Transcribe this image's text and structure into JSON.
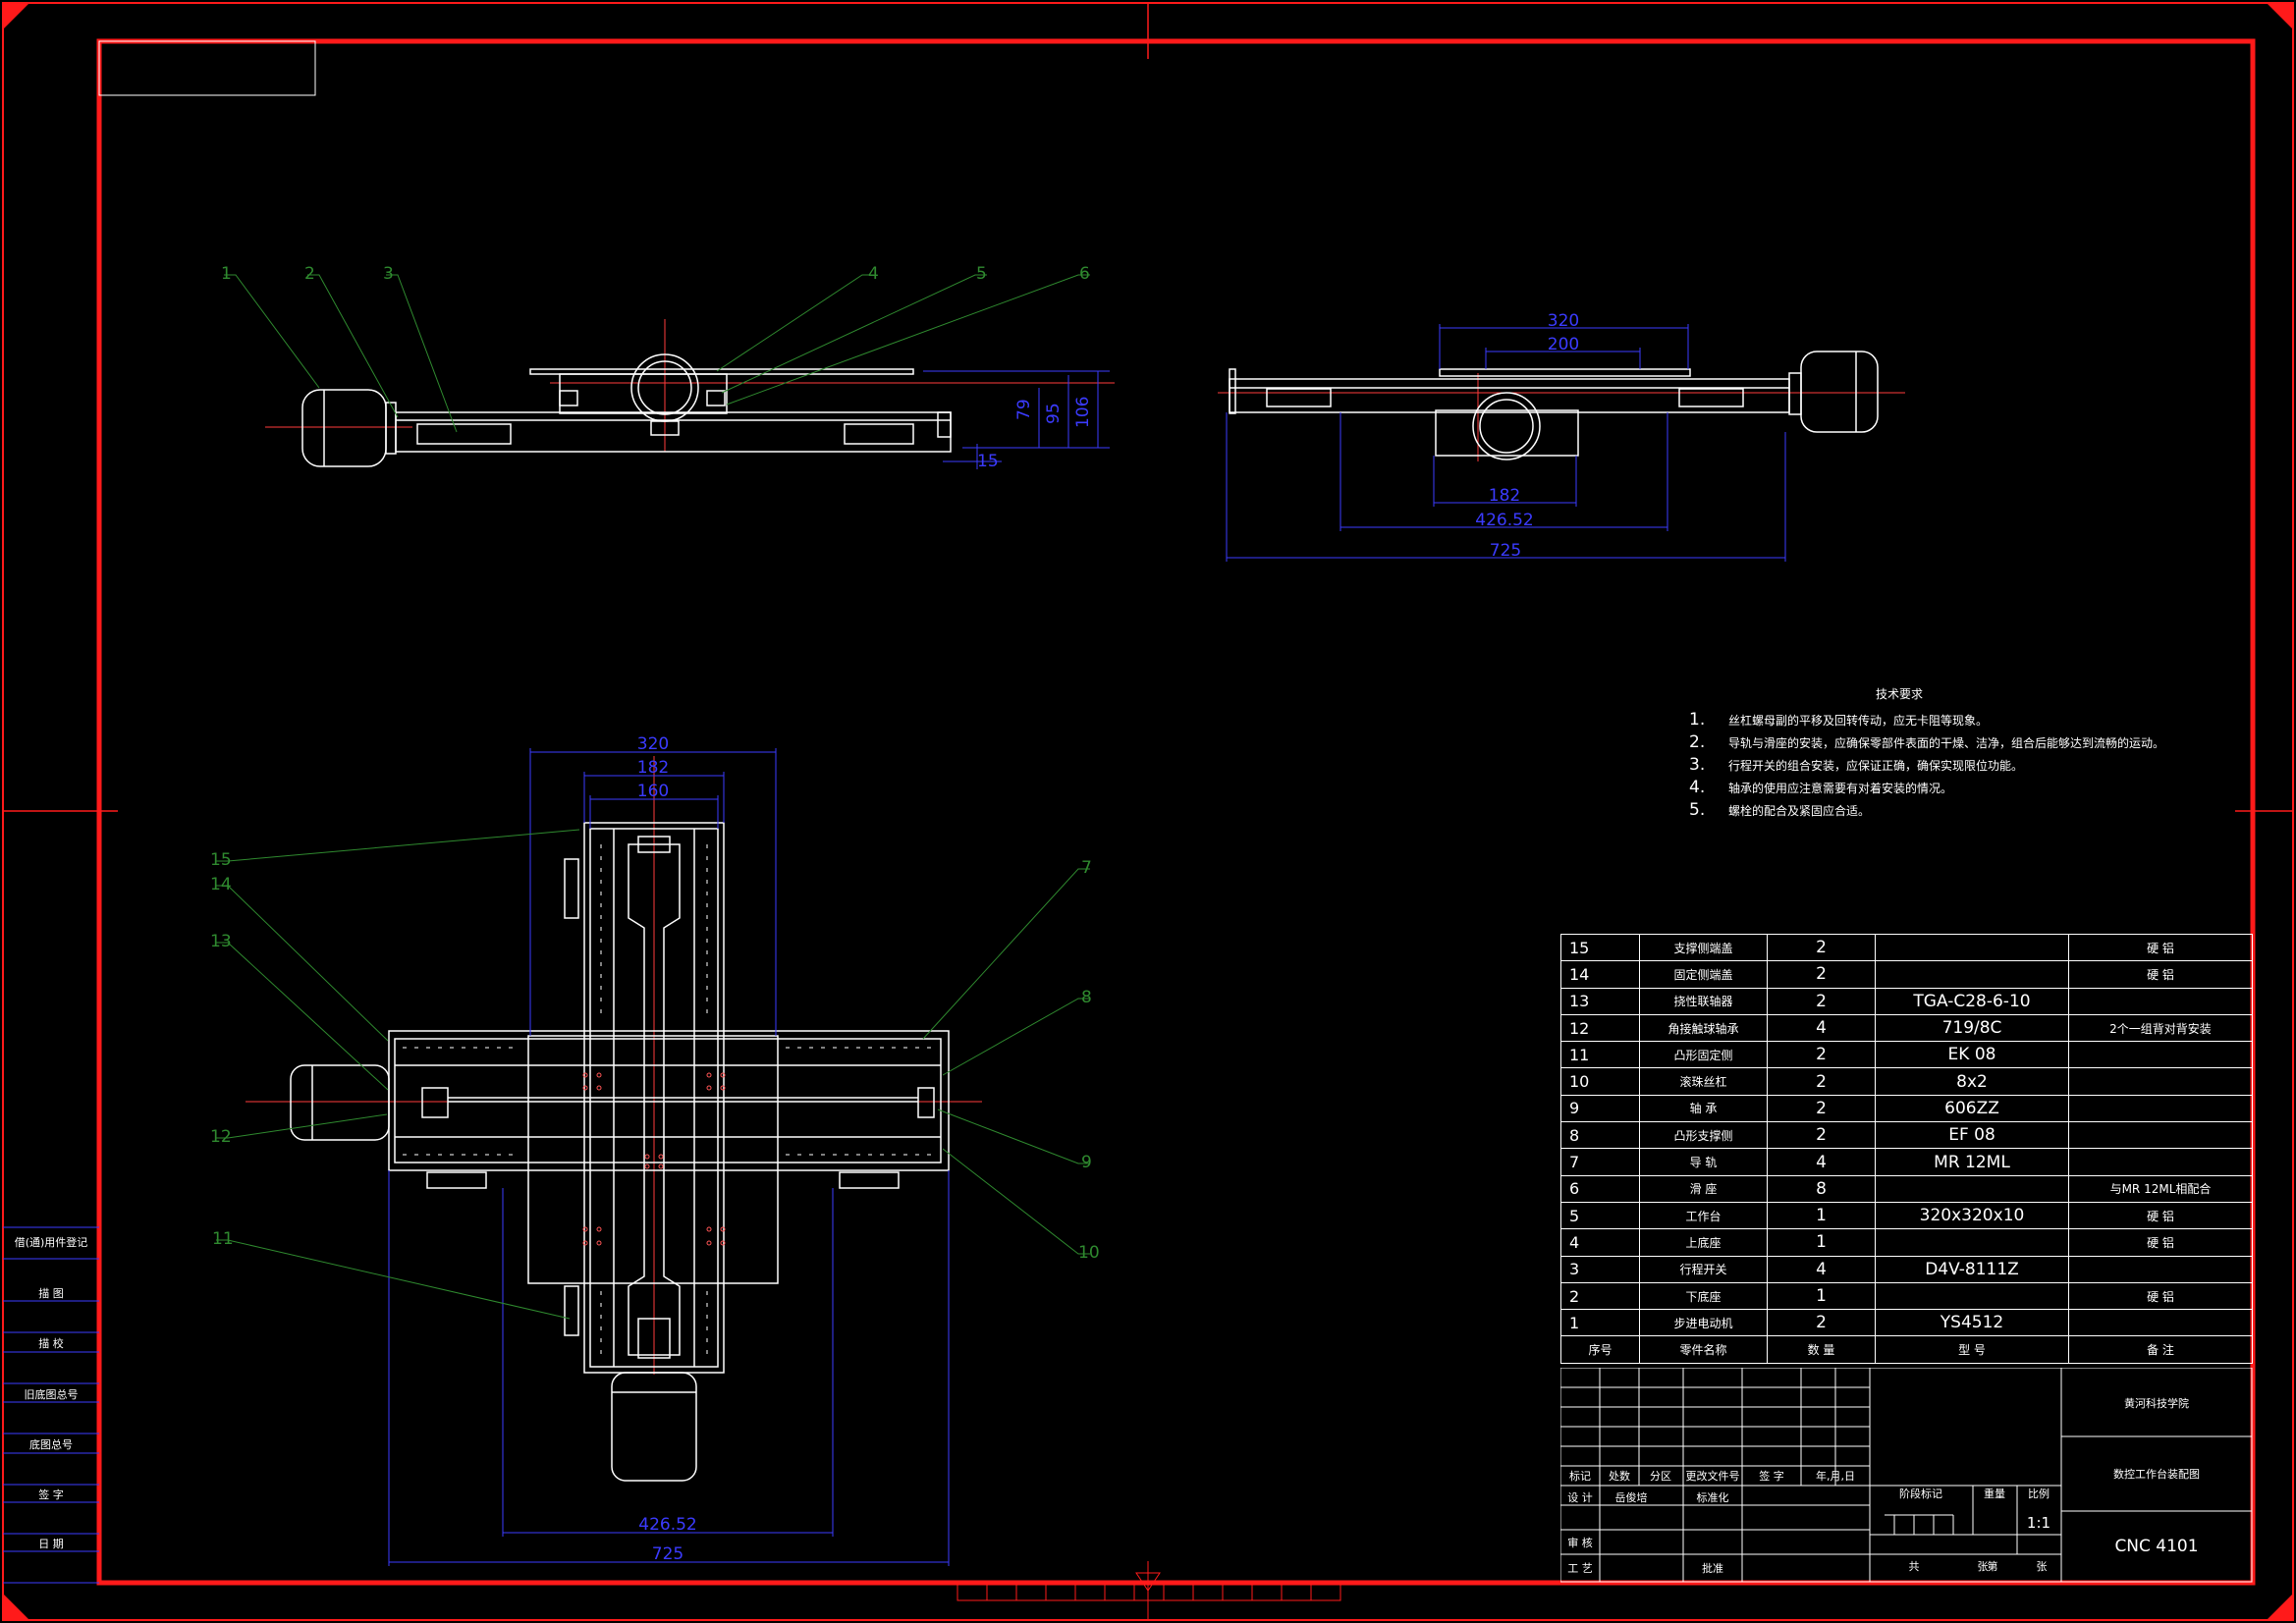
{
  "colors": {
    "border": "#ff1a1a",
    "line": "#ffffff",
    "dim": "#3b3bff",
    "leader": "#2f8a2f",
    "center": "#ff3b3b"
  },
  "balloons": [
    "1",
    "2",
    "3",
    "4",
    "5",
    "6",
    "7",
    "8",
    "9",
    "10",
    "11",
    "12",
    "13",
    "14",
    "15"
  ],
  "dims": {
    "side_left": [
      "79",
      "95",
      "106",
      "15"
    ],
    "side_right": [
      "320",
      "200",
      "182",
      "426.52",
      "725"
    ],
    "top": [
      "320",
      "182",
      "160",
      "426.52",
      "725"
    ]
  },
  "tech_req": {
    "title": "技术要求",
    "items": [
      {
        "num": "1.",
        "text": "丝杠螺母副的平移及回转传动，应无卡阻等现象。"
      },
      {
        "num": "2.",
        "text": "导轨与滑座的安装，应确保零部件表面的干燥、洁净，组合后能够达到流畅的运动。"
      },
      {
        "num": "3.",
        "text": "行程开关的组合安装，应保证正确，确保实现限位功能。"
      },
      {
        "num": "4.",
        "text": "轴承的使用应注意需要有对着安装的情况。"
      },
      {
        "num": "5.",
        "text": "螺栓的配合及紧固应合适。"
      }
    ]
  },
  "bom": {
    "rows": [
      {
        "no": "15",
        "name": "支撑侧端盖",
        "qty": "2",
        "model": "",
        "note": "硬 铝"
      },
      {
        "no": "14",
        "name": "固定侧端盖",
        "qty": "2",
        "model": "",
        "note": "硬 铝"
      },
      {
        "no": "13",
        "name": "挠性联轴器",
        "qty": "2",
        "model": "TGA-C28-6-10",
        "note": ""
      },
      {
        "no": "12",
        "name": "角接触球轴承",
        "qty": "4",
        "model": "719/8C",
        "note": "2个一组背对背安装"
      },
      {
        "no": "11",
        "name": "凸形固定侧",
        "qty": "2",
        "model": "EK 08",
        "note": ""
      },
      {
        "no": "10",
        "name": "滚珠丝杠",
        "qty": "2",
        "model": "8x2",
        "note": ""
      },
      {
        "no": "9",
        "name": "轴 承",
        "qty": "2",
        "model": "606ZZ",
        "note": ""
      },
      {
        "no": "8",
        "name": "凸形支撑侧",
        "qty": "2",
        "model": "EF 08",
        "note": ""
      },
      {
        "no": "7",
        "name": "导 轨",
        "qty": "4",
        "model": "MR 12ML",
        "note": ""
      },
      {
        "no": "6",
        "name": "滑 座",
        "qty": "8",
        "model": "",
        "note": "与MR 12ML相配合"
      },
      {
        "no": "5",
        "name": "工作台",
        "qty": "1",
        "model": "320x320x10",
        "note": "硬 铝"
      },
      {
        "no": "4",
        "name": "上底座",
        "qty": "1",
        "model": "",
        "note": "硬 铝"
      },
      {
        "no": "3",
        "name": "行程开关",
        "qty": "4",
        "model": "D4V-8111Z",
        "note": ""
      },
      {
        "no": "2",
        "name": "下底座",
        "qty": "1",
        "model": "",
        "note": "硬 铝"
      },
      {
        "no": "1",
        "name": "步进电动机",
        "qty": "2",
        "model": "YS4512",
        "note": ""
      }
    ],
    "header": {
      "no": "序号",
      "name": "零件名称",
      "qty": "数 量",
      "model": "型 号",
      "note": "备 注"
    }
  },
  "title_block": {
    "school": "黄河科技学院",
    "drawing_name": "数控工作台装配图",
    "drawing_no": "CNC 4101",
    "scale": "1:1",
    "hdr": [
      "标记",
      "处数",
      "分区",
      "更改文件号",
      "签 字",
      "年,月,日"
    ],
    "design": "设 计",
    "designer": "岳俊培",
    "standard": "标准化",
    "stage": "阶段标记",
    "weight": "重量",
    "ratio": "比例",
    "review": "审 核",
    "process": "工 艺",
    "approve": "批准",
    "sheets": [
      "共",
      "张",
      "第",
      "张"
    ]
  },
  "left_tab": [
    "借(通)用件登记",
    "描 图",
    "描 校",
    "旧底图总号",
    "底图总号",
    "签 字",
    "日 期"
  ]
}
